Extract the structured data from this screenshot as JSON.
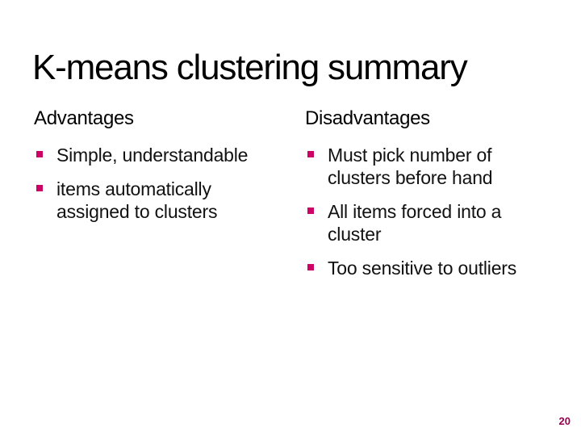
{
  "slide": {
    "title": "K-means clustering summary",
    "page_number": "20",
    "columns": [
      {
        "header": "Advantages",
        "items": [
          "Simple, understandable",
          "items automatically assigned to clusters"
        ]
      },
      {
        "header": "Disadvantages",
        "items": [
          "Must pick number of clusters before hand",
          "All items forced into a cluster",
          "Too sensitive to outliers"
        ]
      }
    ],
    "icons": {
      "bullet": "square-bullet-icon"
    },
    "colors": {
      "background": "#FFFFFF",
      "title_text": "#000000",
      "body_text": "#111111",
      "bullet": "#CC0066",
      "page_number": "#990050"
    }
  }
}
